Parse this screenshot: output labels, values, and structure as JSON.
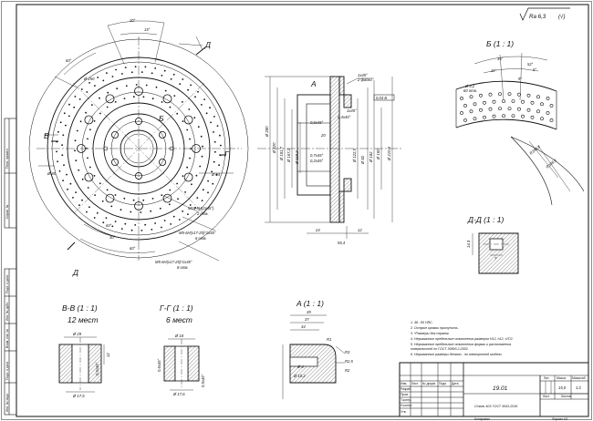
{
  "drawing": {
    "roughness": "Ra 6,3",
    "roughness_other": "(√)",
    "code": "19.01",
    "material": "Сталь 40Х ГОСТ 4543-2016",
    "mass": "15,0",
    "scale": "1:2",
    "sheet_label": "Лист",
    "sheets_label": "Листов",
    "format": "Формат A3",
    "copied": "Копировал"
  },
  "views": {
    "b": {
      "title": "Б (1 : 1)"
    },
    "dd": {
      "title": "Д-Д (1 : 1)"
    },
    "vv": {
      "title": "В-В (1 : 1)",
      "subtitle": "12 мест"
    },
    "gg": {
      "title": "Г-Г (1 : 1)",
      "subtitle": "6 мест"
    },
    "a": {
      "title": "A (1 : 1)"
    }
  },
  "labels": {
    "a": "A",
    "b": "Б",
    "v": "В",
    "g": "Г",
    "d": "Д"
  },
  "dims": {
    "d250": "Ø 250",
    "d80": "Ø 80",
    "d84": "Ø 84",
    "ang30a": "30°",
    "ang15": "15°",
    "ang60a": "60°",
    "ang60b": "60°",
    "ang30b": "30°",
    "ang60c": "60°",
    "m16": "M16-6H(2x45°)",
    "m16b": "2 отв.",
    "m5a": "M5-6H(x17-25)*1x45°",
    "m5a2": "6 отв.",
    "m5b": "M5-6H(x17-25)*1x45°",
    "m5b2": "8 отв.",
    "d280": "Ø 280",
    "d220": "Ø 220",
    "d181": "Ø 181,7",
    "d167": "Ø 167,2",
    "d122": "Ø 122,5",
    "d110": "Ø 110,2",
    "d82": "Ø 82",
    "d160": "Ø 160",
    "d182": "Ø 182",
    "d210": "Ø 210,5",
    "c1": "1x45°",
    "c1b": "2 фаски",
    "c2": "0,6x45°",
    "c3": "0,4x45°",
    "c4": "0,7x45°",
    "c5": "0,2x45°",
    "c6": "1x45°",
    "d20": "20",
    "tol": "0,03  Б",
    "l55": "55,4",
    "l12": "12",
    "l24": "24",
    "b35": "35°",
    "b11": "11°",
    "b52": "52°",
    "b5": "5°",
    "b9": "9°",
    "bd32": "Ø 3,2",
    "bd60": "60 отв.",
    "br1": "R390,8",
    "br2": "R346,6",
    "dd14": "14,3",
    "dd7": "7",
    "vv1": "Ø 29",
    "vv2": "Ø 17,5",
    "vv3": "0,5x45°",
    "vv4": "12",
    "gg1": "Ø 18",
    "gg2": "Ø 17,6",
    "gg3": "0,6x45°",
    "gg4": "0,5x45°",
    "a1": "39",
    "a2": "37",
    "a3": "34",
    "a4": "Ø 4",
    "a5": "Ø 10,2",
    "a6": "R3",
    "a7": "R2,5",
    "a8": "R2",
    "a9": "R1"
  },
  "notes": [
    "1. 48...50 HRC.",
    "2. Острые кромки притупить.",
    "3. *Размеры для справок.",
    "4. Неуказанные предельные отклонения размеров H12, h12, ±IT/2.",
    "5. Неуказанные предельные отклонения формы и расположения",
    "    поверхностей по ГОСТ 30893.2-2002.",
    "6. Неуказанные размеры детали - по электронной модели."
  ],
  "title_block": {
    "rows": [
      "Изм.",
      "Лист",
      "№ докум.",
      "Подп.",
      "Дата"
    ],
    "roles": [
      "Разраб.",
      "Пров.",
      "Т.контр.",
      "",
      "Н.контр.",
      "Утв."
    ],
    "col_lit": "Лит.",
    "col_mass": "Масса",
    "col_scale": "Масштаб"
  },
  "side": {
    "cells": [
      "Перв. примен.",
      "Справ. №",
      "Подп. и дата",
      "Инв. № дубл.",
      "Взам. инв. №",
      "Подп. и дата",
      "Инв. № подл."
    ]
  }
}
